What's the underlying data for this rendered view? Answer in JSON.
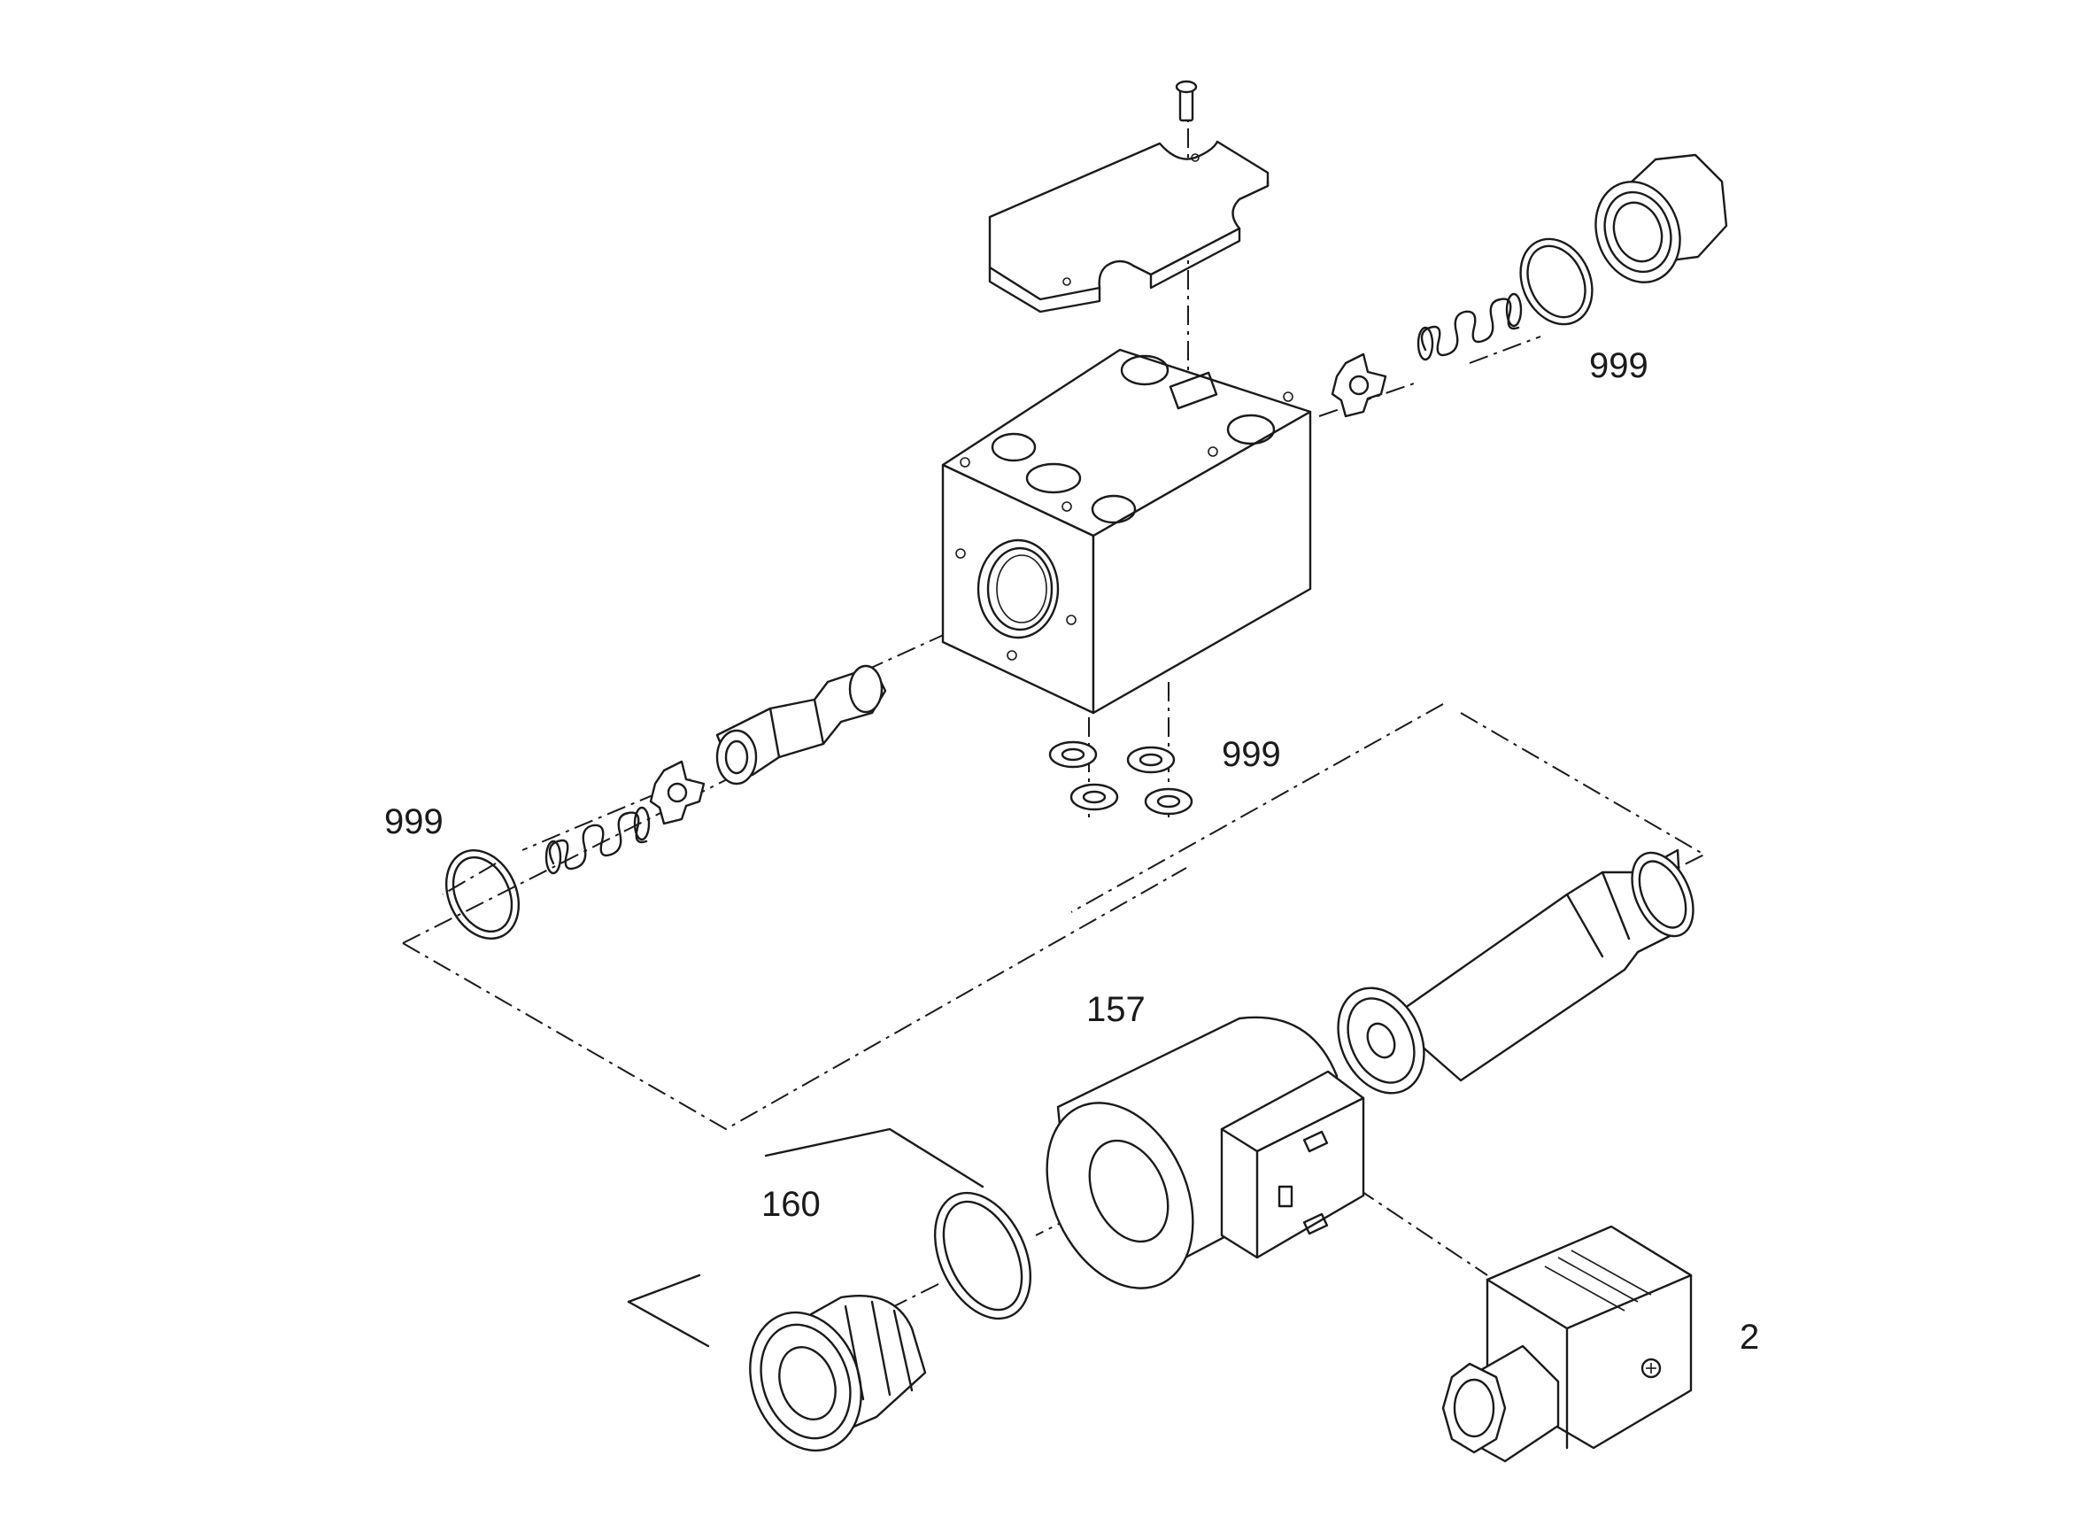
{
  "diagram": {
    "callouts": {
      "seal_top_right": "999",
      "seals_bottom": "999",
      "seal_left": "999",
      "coil": "157",
      "nut_kit": "160",
      "connector": "2"
    }
  }
}
